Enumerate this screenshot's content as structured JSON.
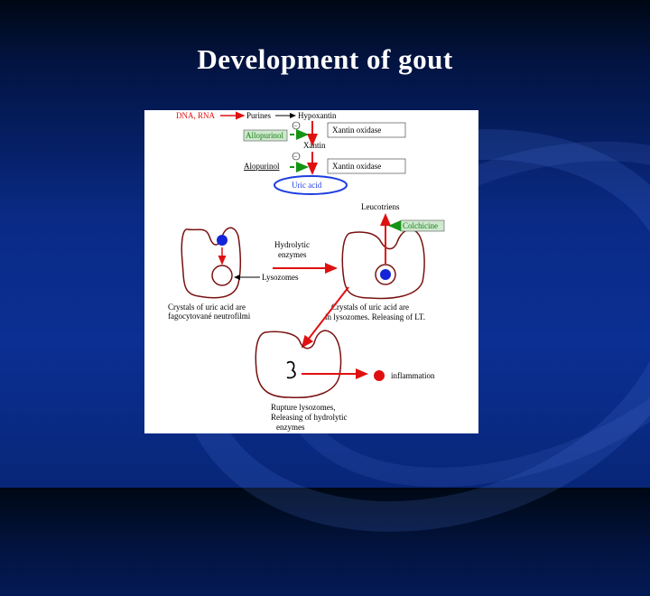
{
  "slide": {
    "title": "Development of gout"
  },
  "diagram": {
    "dna_rna": "DNA, RNA",
    "purines": "Purines",
    "hypoxantin": "Hypoxantin",
    "xantin_oxidase_1": "Xantin oxidase",
    "allopurinol_1": "Allopurinol",
    "xantin": "Xantin",
    "allopurinol_2": "Alopurinol",
    "xantin_oxidase_2": "Xantin oxidase",
    "uric_acid": "Uric acid",
    "minus_sign": "–",
    "leucotriens": "Leucotriens",
    "colchicine": "Colchicine",
    "hydrolytic_line1": "Hydrolytic",
    "hydrolytic_line2": "enzymes",
    "lysozomes": "Lysozomes",
    "crystals_left_line1": "Crystals of uric acid are",
    "crystals_left_line2": "fagocytované neutrofilmi",
    "crystals_right_line1": "Crystals of uric acid are",
    "crystals_right_line2": "in lysozomes. Releasing of LT.",
    "inflammation": "inflammation",
    "rupture_line1": "Rupture lysozomes,",
    "rupture_line2": "Releasing of hydrolytic",
    "rupture_line3": "enzymes"
  },
  "colors": {
    "red_arrow": "#e01010",
    "green_dash": "#149414",
    "uric_acid_ellipse": "#1e3ee0",
    "crystal_blue": "#1424d8",
    "inflammation_dot": "#e01010",
    "cell_outline": "#7a1010",
    "allopurinol_box": "#cfe8cf",
    "colchicine_box": "#cfe8cf"
  }
}
